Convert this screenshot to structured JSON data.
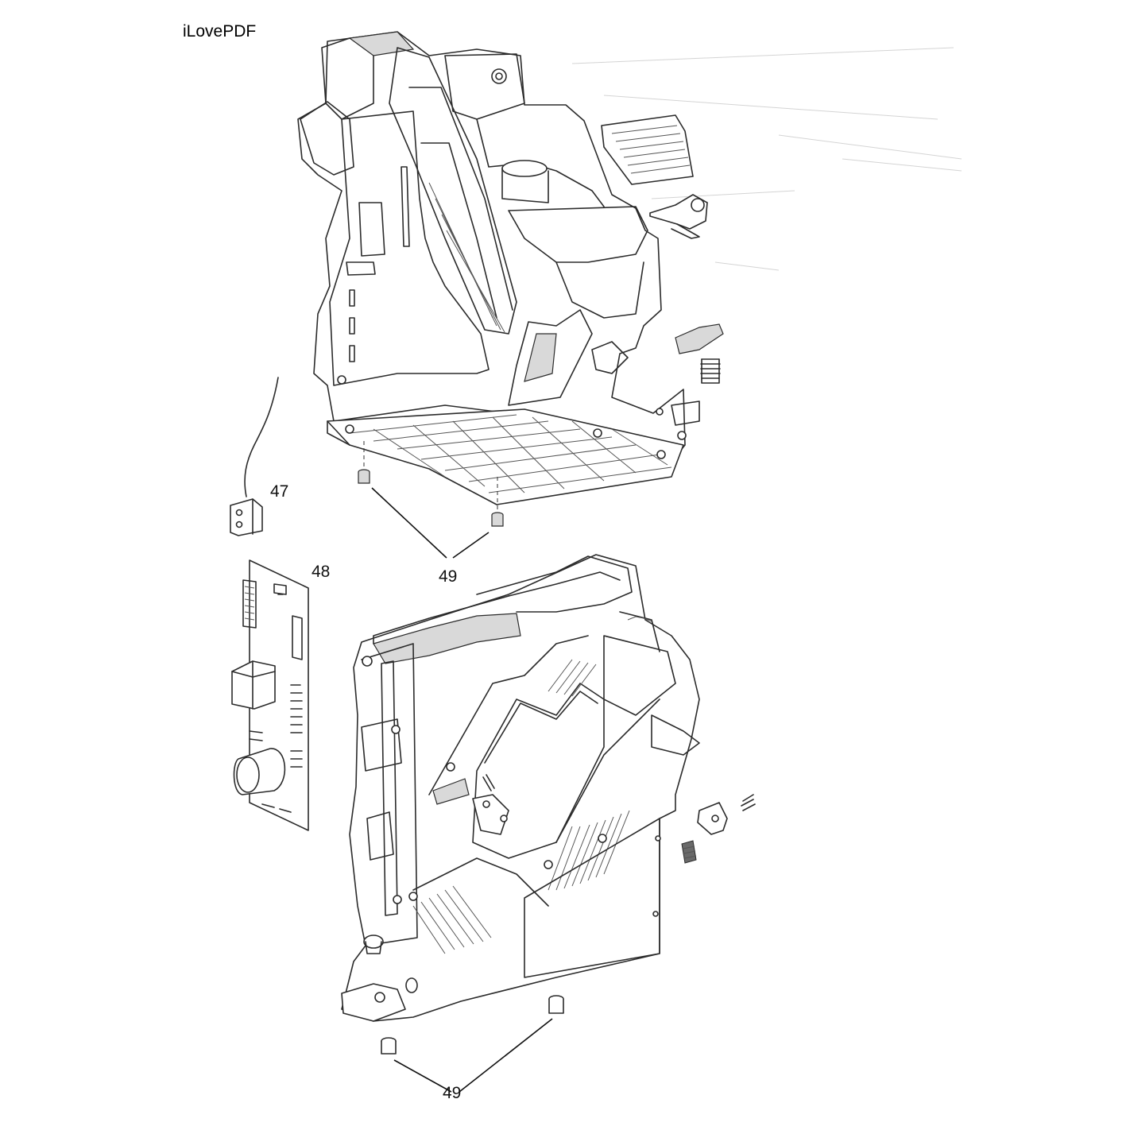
{
  "watermark": "iLovePDF",
  "callouts": {
    "c47": "47",
    "c48": "48",
    "c49_top": "49",
    "c49_bottom": "49"
  },
  "parts": [
    "upper-frame-assembly",
    "lower-frame-assembly",
    "sensor",
    "control-board",
    "rubber-feet-upper",
    "rubber-feet-lower"
  ]
}
